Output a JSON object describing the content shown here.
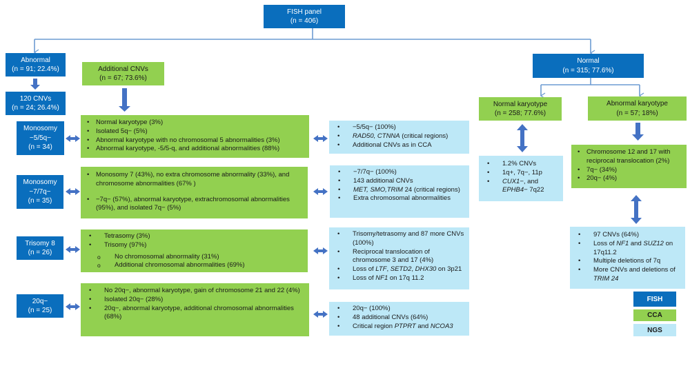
{
  "title_box": {
    "label": "FISH panel",
    "n": "(n = 406)"
  },
  "abnormal": {
    "label": "Abnormal",
    "n": "(n = 91; 22.4%)"
  },
  "cnvs120": {
    "label": "120 CNVs",
    "n": "(n = 24; 26.4%)"
  },
  "additional_cnvs": {
    "label": "Additional CNVs",
    "n": "(n = 67; 73.6%)"
  },
  "normal": {
    "label": "Normal",
    "n": "(n = 315; 77.6%)"
  },
  "normal_karyotype": {
    "label": "Normal karyotype",
    "n": "(n = 258; 77.6%)"
  },
  "abnormal_karyotype": {
    "label": "Abnormal karyotype",
    "n": "(n = 57; 18%)"
  },
  "rows": [
    {
      "fish": {
        "line1": "Monosomy",
        "line2": "−5/5q−",
        "line3": "(n = 34)"
      },
      "cca": [
        "Normal karyotype (3%)",
        "Isolated 5q− (5%)",
        "Abnormal karyotype with no chromosomal 5 abnormalities (3%)",
        "Abnormal karyotype, -5/5-q, and additional abnormalities (88%)"
      ],
      "ngs": {
        "i0": "−5/5q− (100%)",
        "i1_italic": "RAD50, CTNNA",
        "i1_rest": " (critical regions)",
        "i2": "Additional CNVs as in CCA"
      }
    },
    {
      "fish": {
        "line1": "Monosomy",
        "line2": "−7/7q−",
        "line3": "(n = 35)"
      },
      "cca": [
        "Monosomy 7 (43%), no extra chromosome abnormality (33%), and chromosome abnormalities (67% )",
        "−7q− (57%), abnormal karyotype, extrachromosomal abnormalities (95%), and isolated 7q− (5%)"
      ],
      "ngs": {
        "i0": "−7/7q− (100%)",
        "i1": "143 additional CNVs",
        "i2_italic": "MET, SMO,TRIM",
        "i2_rest": " 24 (critical regions)",
        "i3": "Extra chromosomal abnormalities"
      }
    },
    {
      "fish": {
        "line1": "Trisomy 8",
        "line2": "(n = 26)"
      },
      "cca": {
        "i0": "Tetrasomy (3%)",
        "i1": "Trisomy (97%)",
        "sub": [
          "No chromosomal abnormality (31%)",
          "Additional chromosomal abnormalities (69%)"
        ]
      },
      "ngs": {
        "i0": "Trisomy/tetrasomy and 87 more CNVs (100%)",
        "i1": "Reciprocal translocation of chromosome 3 and 17 (4%)",
        "i2_a": "Loss of ",
        "i2_b": "LTF",
        "i2_c": ", ",
        "i2_d": "SETD2",
        "i2_e": ", ",
        "i2_f": "DHX30",
        "i2_g": " on 3p21",
        "i3_a": "Loss of ",
        "i3_b": "NF1",
        "i3_c": " on 17q 11.2"
      }
    },
    {
      "fish": {
        "line1": "20q−",
        "line2": "(n = 25)"
      },
      "cca": [
        "No 20q−, abnormal karyotype, gain of chromosome 21 and 22 (4%)",
        "Isolated 20q− (28%)",
        "20q−, abnormal karyotype, additional chromosomal abnormalities (68%)"
      ],
      "ngs": {
        "i0": "20q− (100%)",
        "i1": "48 additional CNVs (64%)",
        "i2_a": "Critical region ",
        "i2_b": "PTPRT",
        "i2_c": " and ",
        "i2_d": "NCOA3"
      }
    }
  ],
  "normal_karyotype_ngs": {
    "i0": "1.2% CNVs",
    "i1": "1q+, 7q−, 11p",
    "i2_a": "CUX1−",
    "i2_b": ", and",
    "i2_c": "EPHB4−",
    "i2_d": " 7q22"
  },
  "abnormal_karyotype_cca": [
    "Chromosome 12 and 17 with reciprocal translocation (2%)",
    "7q− (34%)",
    "20q− (4%)"
  ],
  "abnormal_karyotype_ngs": {
    "i0": "97 CNVs (64%)",
    "i1_a": "Loss of ",
    "i1_b": "NF1",
    "i1_c": " and ",
    "i1_d": "SUZ12",
    "i1_e": " on 17q11.2",
    "i2": "Multiple deletions of 7q",
    "i3_a": "More CNVs and deletions of ",
    "i3_b": "TRIM 24"
  },
  "legend": [
    {
      "label": "FISH",
      "color": "#0a6ebd"
    },
    {
      "label": "CCA",
      "color": "#92d050"
    },
    {
      "label": "NGS",
      "color": "#bde8f7"
    }
  ]
}
